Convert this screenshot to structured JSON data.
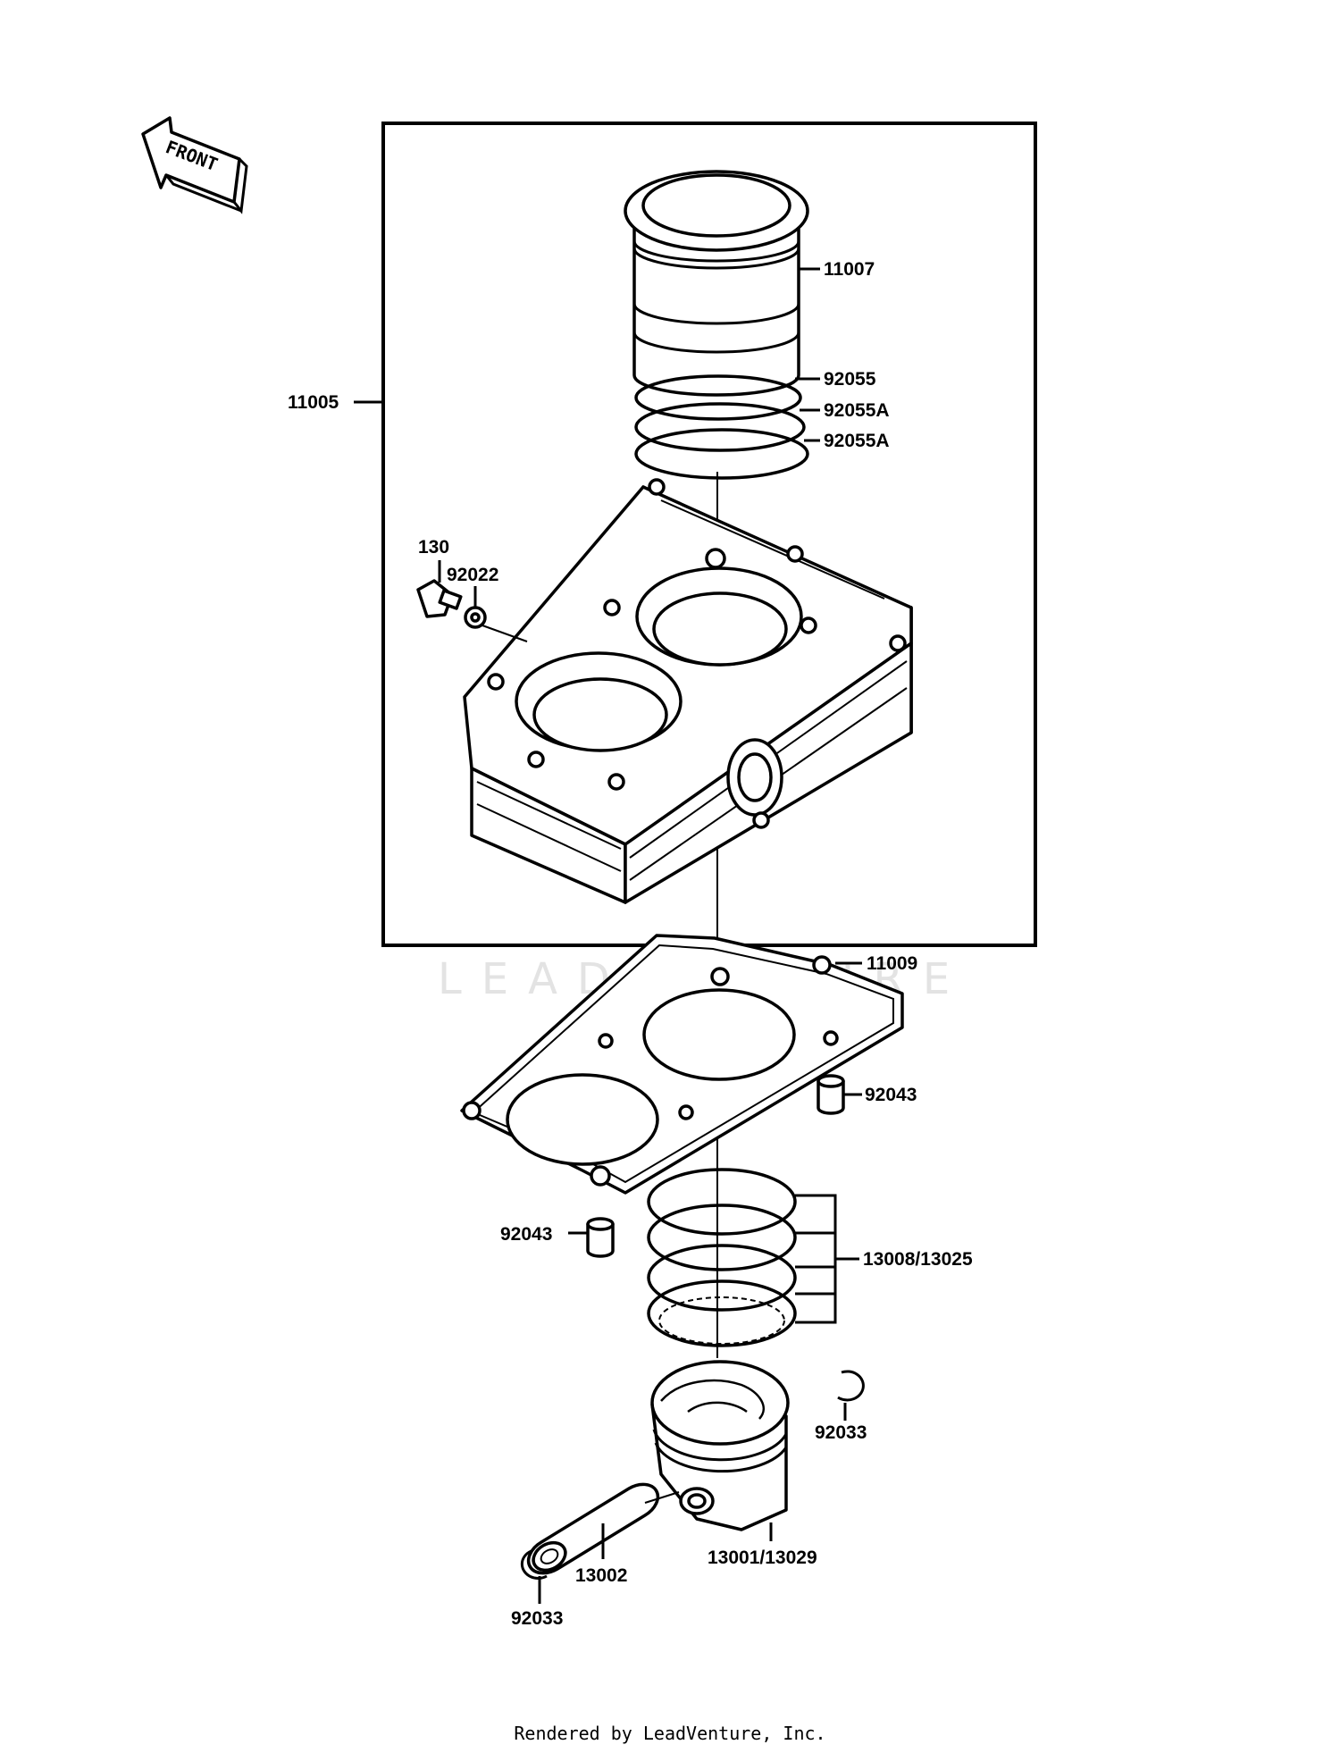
{
  "front_arrow": {
    "text": "FRONT",
    "icon": "front-arrow-icon"
  },
  "watermark": "LEADVENTURE",
  "labels": {
    "p11007": "11007",
    "p92055": "92055",
    "p92055a_1": "92055A",
    "p92055a_2": "92055A",
    "p11005": "11005",
    "p130": "130",
    "p92022": "92022",
    "p11009": "11009",
    "p92043_right": "92043",
    "p92043_left": "92043",
    "p13008": "13008/13025",
    "p92033_right": "92033",
    "p13001": "13001/13029",
    "p13002": "13002",
    "p92033_left": "92033"
  },
  "footer": "Rendered by LeadVenture, Inc."
}
